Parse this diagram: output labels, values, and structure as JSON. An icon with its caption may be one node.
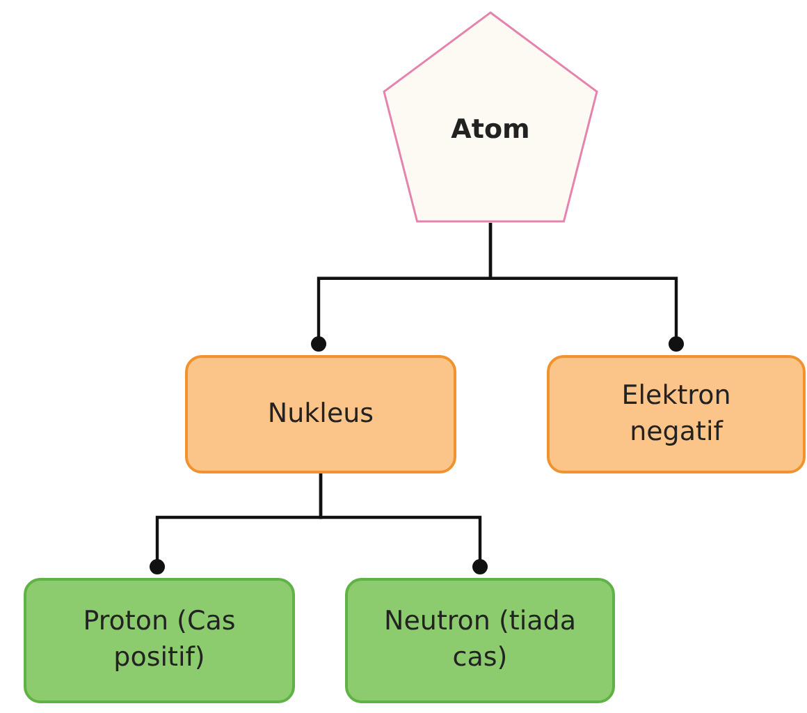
{
  "diagram": {
    "nodes": [
      {
        "text": [
          "Atom"
        ]
      },
      {
        "text": [
          "Nukleus"
        ]
      },
      {
        "text": [
          "Elektron negatif"
        ]
      },
      {
        "text": [
          "Proton (Cas positif)"
        ]
      },
      {
        "text": [
          "Neutron (tiada cas)"
        ]
      }
    ],
    "edges": [
      {
        "from": 0,
        "to": 1,
        "arrow": "other"
      },
      {
        "from": 0,
        "to": 2,
        "arrow": "other"
      },
      {
        "from": 1,
        "to": 3,
        "arrow": "other"
      },
      {
        "from": 1,
        "to": 4,
        "arrow": "other"
      }
    ]
  }
}
